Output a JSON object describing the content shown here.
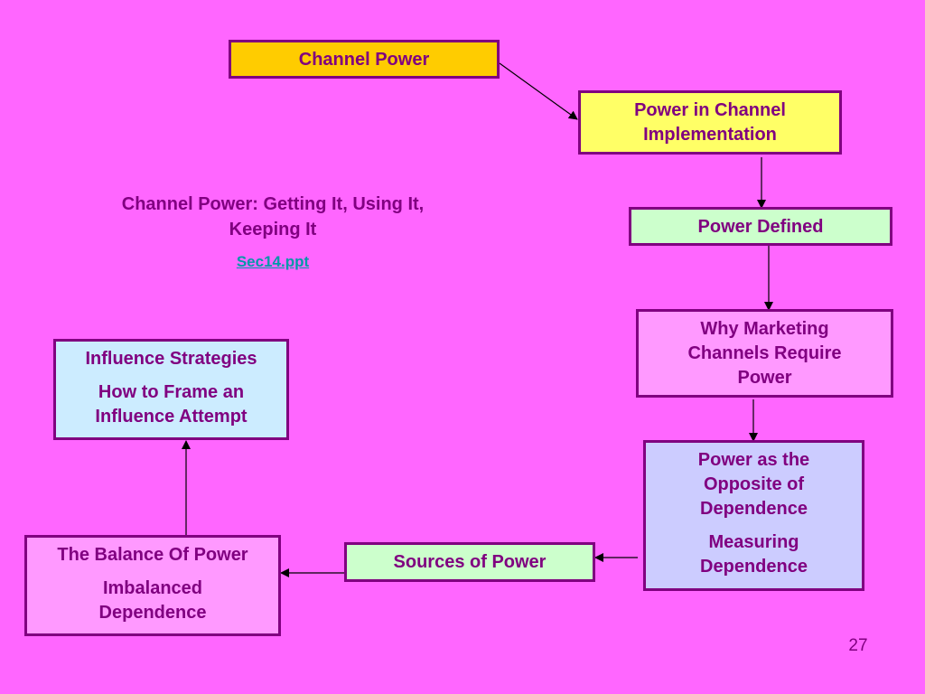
{
  "colors": {
    "background": "#ff66ff",
    "border": "#800080",
    "text": "#800080",
    "link": "#0099a8",
    "gold": "#ffcc00",
    "yellow": "#ffff66",
    "mint": "#ccffcc",
    "pink": "#ff99ff",
    "lavender": "#ccccff",
    "lightblue": "#ccecff"
  },
  "boxes": {
    "channel_power": {
      "text": "Channel Power"
    },
    "power_in_channel": {
      "text": "Power in Channel Implementation"
    },
    "power_defined": {
      "text": "Power Defined"
    },
    "why_marketing": {
      "text": "Why Marketing Channels Require Power"
    },
    "opposite_dependence": {
      "text": "Power as the Opposite of Dependence",
      "text2": "Measuring Dependence"
    },
    "sources_of_power": {
      "text": "Sources of Power"
    },
    "balance_of_power": {
      "text": "The Balance Of Power",
      "text2": "Imbalanced Dependence"
    },
    "influence": {
      "text": "Influence Strategies",
      "text2": "How to Frame an Influence Attempt"
    }
  },
  "title": "Channel Power: Getting It, Using It, Keeping It",
  "link": "Sec14.ppt",
  "page_number": "27"
}
